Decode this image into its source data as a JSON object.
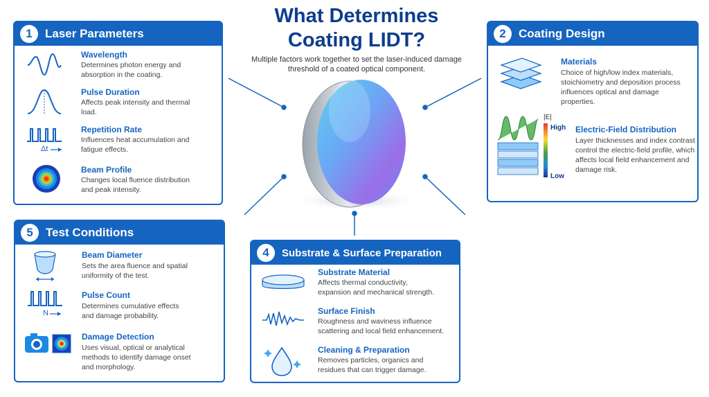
{
  "title_line1": "What Determines",
  "title_line2": "Coating LIDT?",
  "subtitle": "Multiple factors work together to set the laser-induced damage threshold of a coated optical component.",
  "panels": {
    "laser": {
      "number": "1",
      "title": "Laser Parameters",
      "items": [
        {
          "title": "Wavelength",
          "desc": "Determines photon energy and absorption in the coating."
        },
        {
          "title": "Pulse Duration",
          "desc": "Affects peak intensity and thermal load."
        },
        {
          "title": "Repetition Rate",
          "desc": "Influences heat accumulation and fatigue effects.",
          "icon_label": "Δt"
        },
        {
          "title": "Beam Profile",
          "desc": "Changes local fluence distribution and peak intensity."
        }
      ]
    },
    "coating": {
      "number": "2",
      "title": "Coating Design",
      "items": [
        {
          "title": "Materials",
          "desc": "Choice of high/low index materials, stoichiometry and deposition process influences optical and damage properties."
        },
        {
          "title": "Electric-Field Distribution",
          "desc": "Layer thicknesses and index contrast control the electric-field profile, which affects local field enhancement and damage risk.",
          "scale_label": "|E|",
          "scale_high": "High",
          "scale_low": "Low"
        }
      ]
    },
    "substrate": {
      "number": "4",
      "title": "Substrate & Surface Preparation",
      "items": [
        {
          "title": "Substrate Material",
          "desc": "Affects thermal conductivity, expansion and mechanical strength."
        },
        {
          "title": "Surface Finish",
          "desc": "Roughness and waviness influence scattering and local field enhancement."
        },
        {
          "title": "Cleaning & Preparation",
          "desc": "Removes particles, organics and residues that can trigger damage."
        }
      ]
    },
    "test": {
      "number": "5",
      "title": "Test Conditions",
      "items": [
        {
          "title": "Beam Diameter",
          "desc": "Sets the area fluence and spatial uniformity of the test."
        },
        {
          "title": "Pulse Count",
          "desc": "Determines cumulative effects and damage probability.",
          "icon_label": "N"
        },
        {
          "title": "Damage Detection",
          "desc": "Uses visual, optical or analytical methods to identify damage onset and morphology."
        }
      ]
    }
  },
  "colors": {
    "primary": "#1565c0",
    "title": "#0d3d8c"
  }
}
